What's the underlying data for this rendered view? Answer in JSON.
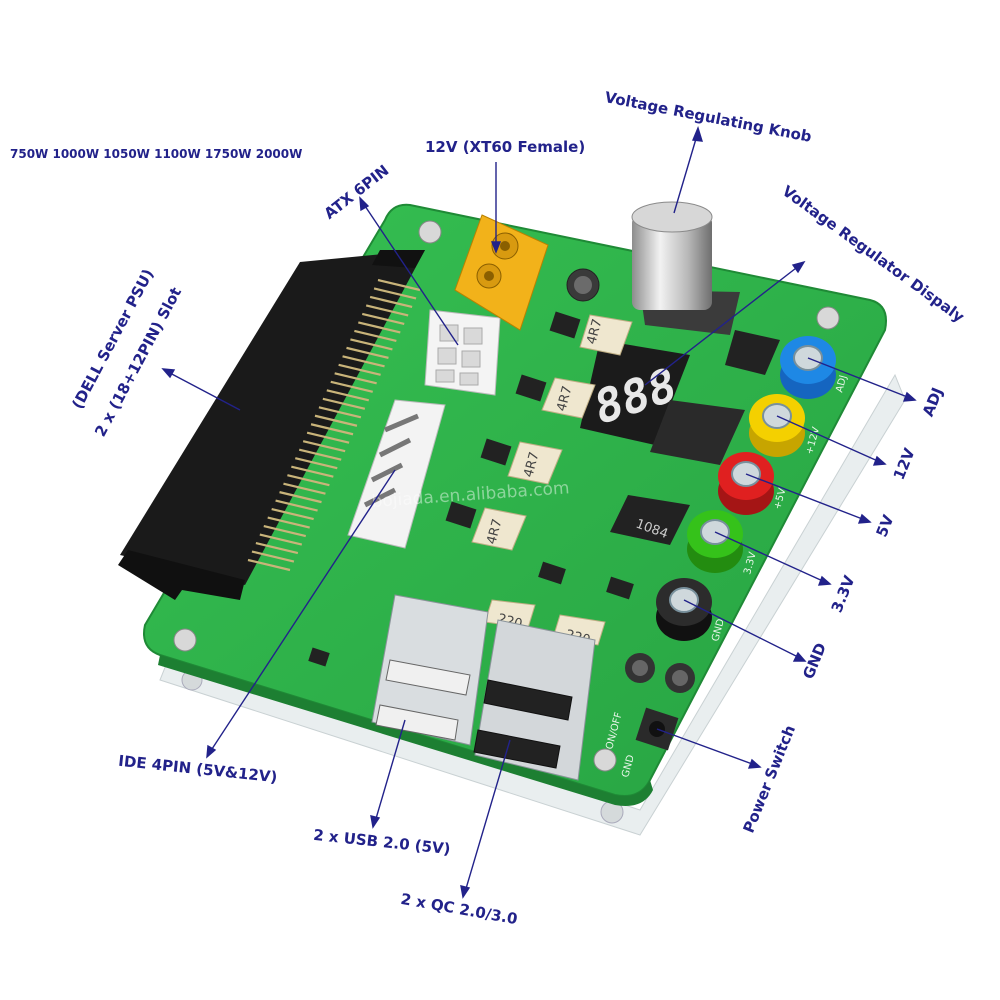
{
  "colors": {
    "label": "#22228a",
    "pcb": "#2fb34a",
    "connector": "#1a1a1a",
    "xt60": "#f2b21a",
    "display_digits": "#e8e8e8",
    "post_adj": "#1e88e5",
    "post_12v": "#f4d000",
    "post_5v": "#e02020",
    "post_33v": "#35c21a",
    "post_gnd": "#222222"
  },
  "labels": {
    "wattages": "750W 1000W 1050W 1100W 1750W 2000W",
    "xt60": "12V (XT60 Female)",
    "knob": "Voltage Regulating Knob",
    "display": "Voltage Regulator Dispaly",
    "atx": "ATX 6PIN",
    "slot_line1": "(DELL Server PSU)",
    "slot_line2": "2 x (18+12PIN) Slot",
    "adj": "ADJ",
    "v12": "12V",
    "v5": "5V",
    "v33": "3.3V",
    "gnd": "GND",
    "power_switch": "Power Switch",
    "ide": "IDE 4PIN (5V&12V)",
    "usb": "2 x USB 2.0 (5V)",
    "qc": "2 x QC 2.0/3.0"
  },
  "pcb_marks": {
    "inductor": "4R7",
    "cap_220": "220",
    "regulator": "1084",
    "digits": "888",
    "silk_adj": "ADJ",
    "silk_12": "+12V",
    "silk_5": "+5V",
    "silk_33": "3.3V",
    "silk_gnd": "GND",
    "silk_onoff": "ON/OFF",
    "watermark": "bojiada.en.alibaba.com"
  }
}
